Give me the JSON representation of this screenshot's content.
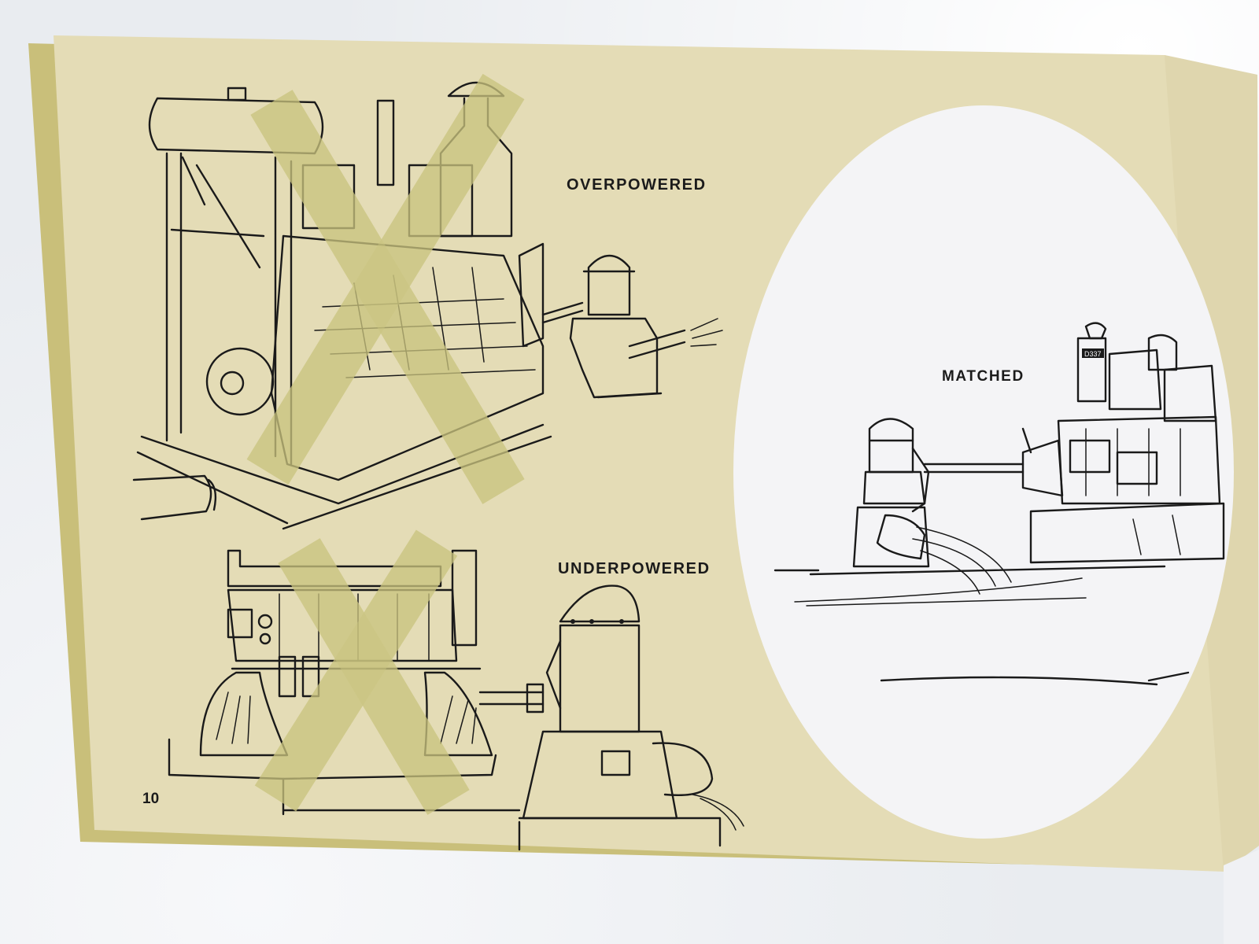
{
  "page": {
    "number": "10",
    "colors": {
      "page_tan": "#e4dcb6",
      "inner_cover": "#c9bf7a",
      "circle_white": "#f4f4f6",
      "x_mark": "#c9c47e",
      "ink": "#1a1a1a"
    }
  },
  "illustrations": [
    {
      "id": "overpowered",
      "label": "OVERPOWERED",
      "marked_wrong": true
    },
    {
      "id": "underpowered",
      "label": "UNDERPOWERED",
      "marked_wrong": true
    },
    {
      "id": "matched",
      "label": "MATCHED",
      "marked_wrong": false
    }
  ]
}
